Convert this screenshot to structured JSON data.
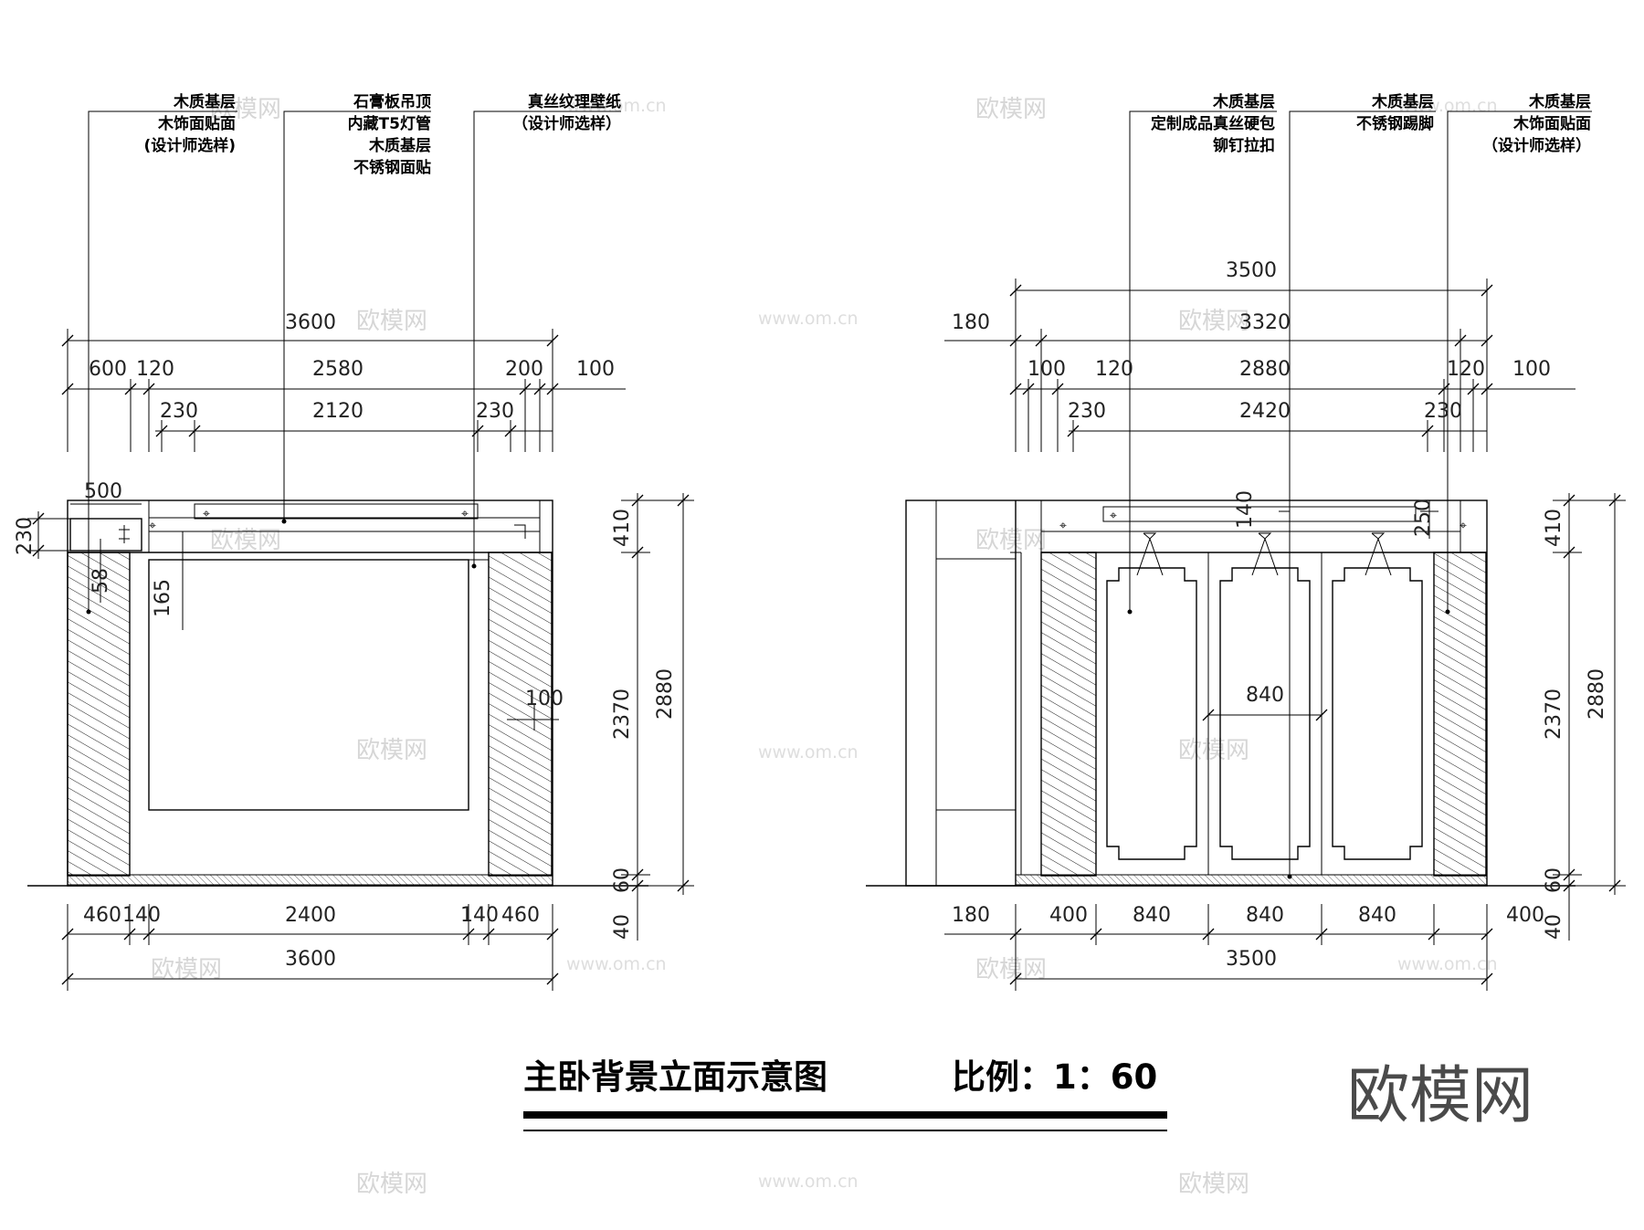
{
  "title": {
    "name": "主卧背景立面示意图",
    "scale": "比例：1：60"
  },
  "logo": "欧模网",
  "watermarks": [
    "欧模网",
    "www.om.cn"
  ],
  "left_elevation": {
    "callouts": [
      {
        "lines": [
          "木质基层",
          "木饰面贴面",
          "(设计师选样)"
        ]
      },
      {
        "lines": [
          "石膏板吊顶",
          "内藏T5灯管",
          "木质基层",
          "不锈钢面贴"
        ]
      },
      {
        "lines": [
          "真丝纹理壁纸",
          "（设计师选样）"
        ]
      }
    ],
    "dims": {
      "overall_top": "3600",
      "row1": [
        "600",
        "120",
        "2580",
        "200",
        "100"
      ],
      "row2": [
        "230",
        "2120",
        "230"
      ],
      "box_w": "500",
      "box_h": "230",
      "small_58": "58",
      "small_165": "165",
      "small_100": "100",
      "bottom_row": [
        "460",
        "140",
        "2400",
        "140",
        "460"
      ],
      "bottom_total": "3600",
      "right_vertical": [
        "410",
        "2370",
        "60",
        "40"
      ],
      "right_total": "2880"
    }
  },
  "right_elevation": {
    "callouts": [
      {
        "lines": [
          "木质基层",
          "定制成品真丝硬包",
          "铆钉拉扣"
        ]
      },
      {
        "lines": [
          "木质基层",
          "不锈钢踢脚"
        ]
      },
      {
        "lines": [
          "木质基层",
          "木饰面贴面",
          "（设计师选样）"
        ]
      }
    ],
    "dims": {
      "overall_top": "3500",
      "left_180": "180",
      "row0": "3320",
      "row1": [
        "100",
        "120",
        "2880",
        "120",
        "100"
      ],
      "row2": [
        "230",
        "2420",
        "230"
      ],
      "inner_140": "140",
      "inner_250": "250",
      "panel_840": "840",
      "bottom_row": [
        "180",
        "400",
        "840",
        "840",
        "840",
        "400"
      ],
      "bottom_total": "3500",
      "right_vertical": [
        "410",
        "2370",
        "60",
        "40"
      ],
      "right_total": "2880"
    }
  }
}
